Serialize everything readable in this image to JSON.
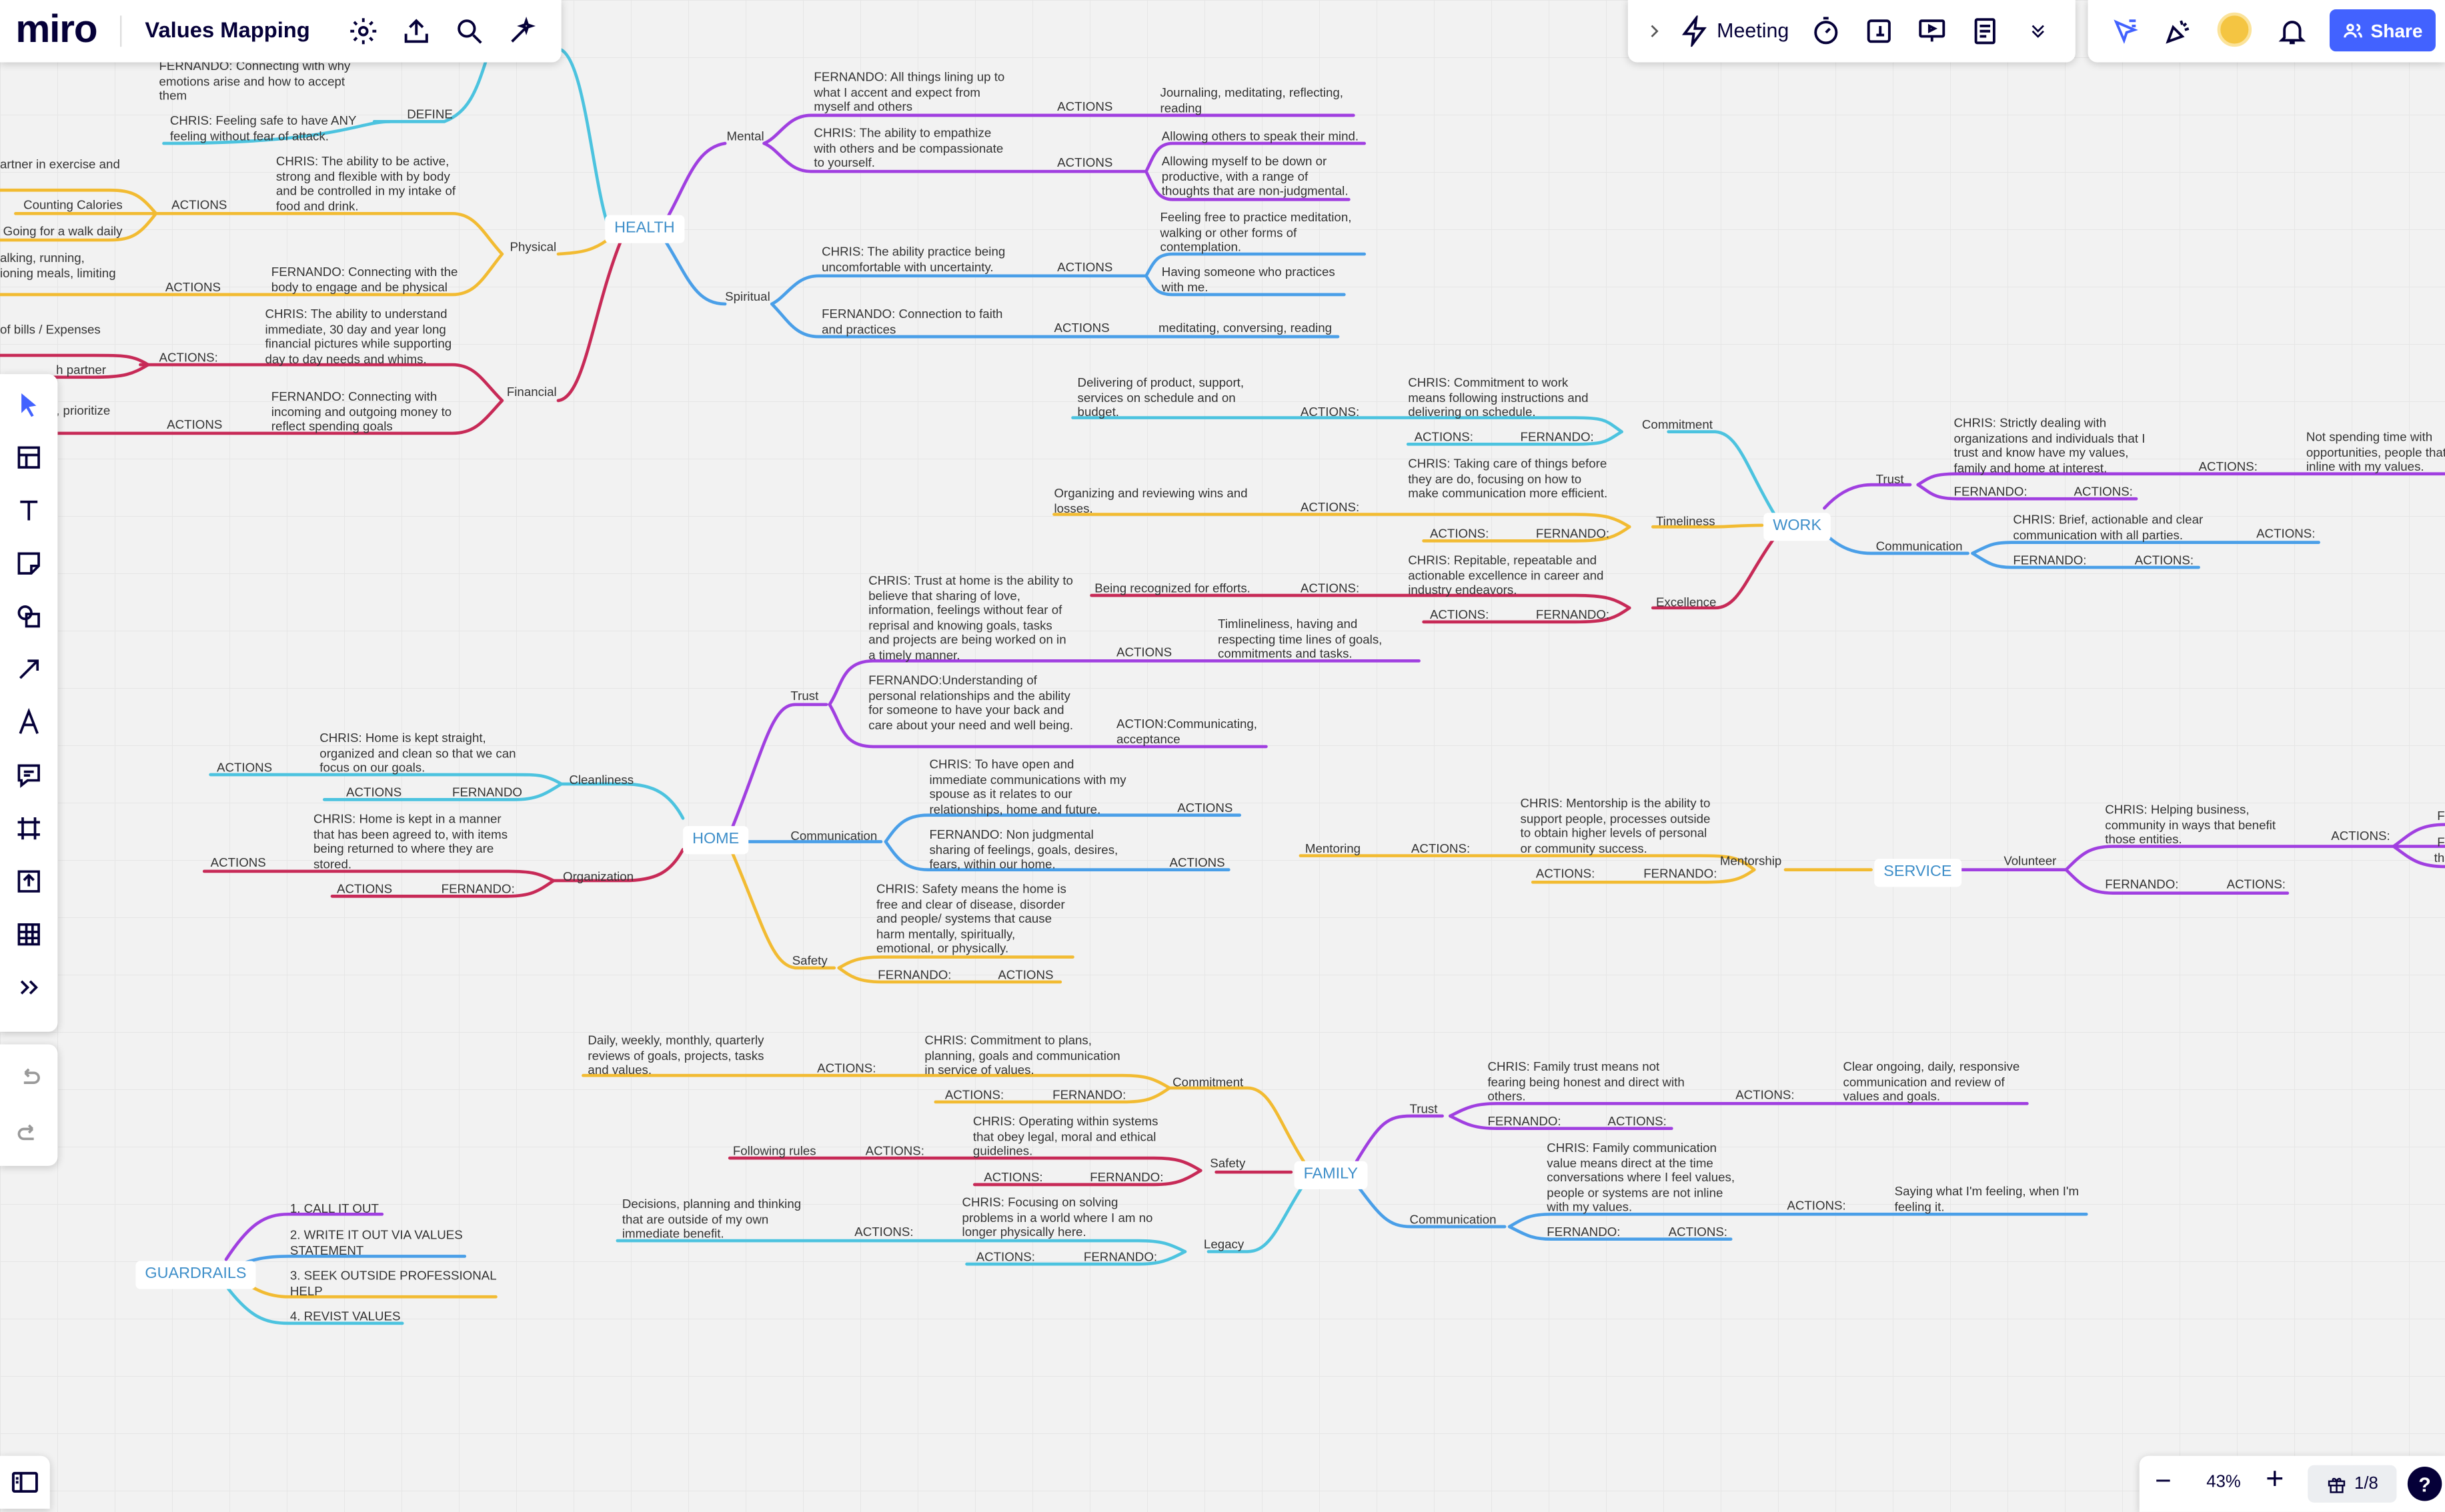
{
  "app": {
    "logo": "miro",
    "board_title": "Values Mapping"
  },
  "toolbar": {
    "meeting_label": "Meeting",
    "share_label": "Share"
  },
  "zoom": {
    "level": "43%",
    "minus": "−",
    "plus": "+",
    "pages": "1/8",
    "help": "?"
  },
  "colors": {
    "purple": "#a03fe0",
    "cyan": "#4cc3df",
    "blue": "#4a9fe8",
    "yellow": "#f2bb32",
    "crimson": "#c72a57",
    "accent": "#4262ff"
  },
  "hubs": {
    "health": "HEALTH",
    "work": "WORK",
    "home": "HOME",
    "service": "SERVICE",
    "family": "FAMILY",
    "guardrails": "GUARDRAILS"
  },
  "texts": {
    "h_define_f": "FERNANDO: Connecting with why emotions arise and how to accept them",
    "h_define": "DEFINE",
    "h_define_c": "CHRIS: Feeling safe to have ANY feeling without fear of attack.",
    "h_ex": "artner in exercise and",
    "h_cc": "Counting Calories",
    "h_walk": "Going for a walk daily",
    "h_phys_act1": "ACTIONS",
    "h_phys_c": "CHRIS: The ability to be active, strong and flexible with by body and be controlled in my intake of food and drink.",
    "h_phys": "Physical",
    "h_running": "alking, running, ioning meals, limiting",
    "h_phys_act2": "ACTIONS",
    "h_phys_f": "FERNANDO: Connecting with the body to engage and be physical",
    "h_bills": "of bills / Expenses",
    "h_partner": "h partner",
    "h_fin_act1": "ACTIONS:",
    "h_fin_c": "CHRIS: The ability to understand immediate, 30 day and year long financial pictures while supporting day to day needs and whims.",
    "h_fin": "Financial",
    "h_prior": ", prioritize",
    "h_fin_act2": "ACTIONS",
    "h_fin_f": "FERNANDO: Connecting with incoming and outgoing money to reflect spending goals",
    "h_mental": "Mental",
    "h_m_f": "FERNANDO: All things lining up to what I accent and expect from myself and others",
    "h_m_act1": "ACTIONS",
    "h_m_journal": "Journaling, meditating, reflecting, reading",
    "h_m_c": "CHRIS: The ability to empathize with others and be compassionate to yourself.",
    "h_m_act2": "ACTIONS",
    "h_m_allow1": "Allowing others to speak their mind.",
    "h_m_allow2": "Allowing myself to be down or productive, with a range of thoughts that are non-judgmental.",
    "h_spiritual": "Spiritual",
    "h_s_c": "CHRIS: The ability practice being uncomfortable with uncertainty.",
    "h_s_act1": "ACTIONS",
    "h_s_free": "Feeling free to practice meditation, walking or other forms of contemplation.",
    "h_s_someone": "Having someone who practices with me.",
    "h_s_f": "FERNANDO: Connection to faith and practices",
    "h_s_act2": "ACTIONS",
    "h_s_med": "meditating, conversing, reading",
    "w_deliver": "Delivering of product, support, services on schedule and on budget.",
    "w_c_act": "ACTIONS:",
    "w_commit_c": "CHRIS: Commitment to work means following instructions and delivering on schedule.",
    "w_c_act2": "ACTIONS:",
    "w_c_fern": "FERNANDO:",
    "w_commitment": "Commitment",
    "w_org": "Organizing and reviewing wins and losses.",
    "w_t_act": "ACTIONS:",
    "w_time_c": "CHRIS: Taking care of things before they are do, focusing on how to make communication more efficient.",
    "w_t_act2": "ACTIONS:",
    "w_t_fern": "FERNANDO:",
    "w_timeliness": "Timeliness",
    "w_recog": "Being recognized for efforts.",
    "w_e_act": "ACTIONS:",
    "w_exc_c": "CHRIS: Repitable, repeatable and actionable excellence in career and industry endeavors.",
    "w_e_act2": "ACTIONS:",
    "w_e_fern": "FERNANDO:",
    "w_excellence": "Excellence",
    "w_trust": "Trust",
    "w_trust_c": "CHRIS: Strictly dealing with organizations and individuals that I trust and know have my values, family and home at interest.",
    "w_tr_act": "ACTIONS:",
    "w_notspend": "Not spending time with opportunities, people that inline with my values.",
    "w_tr_fern": "FERNANDO:",
    "w_tr_act2": "ACTIONS:",
    "w_communication": "Communication",
    "w_com_c": "CHRIS: Brief, actionable and clear communication with all parties.",
    "w_com_act": "ACTIONS:",
    "w_com_fern": "FERNANDO:",
    "w_com_act2": "ACTIONS:",
    "ho_trust_c": "CHRIS: Trust at home is the ability to believe that sharing of love, information, feelings without fear of reprisal and knowing goals, tasks and projects are being worked on in a timely manner.",
    "ho_timeline": "Timlineliness, having and respecting time lines of goals, commitments and tasks.",
    "ho_tr_act": "ACTIONS",
    "ho_trust": "Trust",
    "ho_trust_f": "FERNANDO:Understanding of personal relationships and the ability for someone to have your back and care about your need and well being.",
    "ho_tr_act2": "ACTION:Communicating, acceptance",
    "ho_clean_c": "CHRIS: Home is kept straight, organized and clean so that we can focus on our goals.",
    "ho_cl_act": "ACTIONS",
    "ho_cleanliness": "Cleanliness",
    "ho_cl_act2": "ACTIONS",
    "ho_cl_fern": "FERNANDO",
    "ho_org_c": "CHRIS: Home is kept in a manner that has been agreed to, with items being returned to where they are stored.",
    "ho_or_act": "ACTIONS",
    "ho_organization": "Organization",
    "ho_or_act2": "ACTIONS",
    "ho_or_fern": "FERNANDO:",
    "ho_com_c": "CHRIS: To have open and immediate communications with my spouse as it relates to our relationships, home and future.",
    "ho_com_act": "ACTIONS",
    "ho_communication": "Communication",
    "ho_com_f": "FERNANDO: Non judgmental sharing of feelings, goals, desires, fears, within our home.",
    "ho_com_act2": "ACTIONS",
    "ho_safe_c": "CHRIS: Safety means the home is free and clear of disease, disorder and people/ systems that cause harm mentally, spiritually, emotional, or physically.",
    "ho_safety": "Safety",
    "ho_sa_fern": "FERNANDO:",
    "ho_sa_act": "ACTIONS",
    "s_mentoring": "Mentoring",
    "s_me_act": "ACTIONS:",
    "s_ment_c": "CHRIS: Mentorship is the ability to support people, processes outside to obtain higher levels of personal or community success.",
    "s_mentorship": "Mentorship",
    "s_me_act2": "ACTIONS:",
    "s_me_fern": "FERNANDO:",
    "s_volunteer": "Volunteer",
    "s_vol_c": "CHRIS: Helping business, community in ways that benefit those entities.",
    "s_vo_act": "ACTIONS:",
    "s_vo_f1": "F",
    "s_vo_f2": "F",
    "s_vo_f3": "th",
    "s_vo_fern": "FERNANDO:",
    "s_vo_act2": "ACTIONS:",
    "f_daily": "Daily, weekly, monthly, quarterly reviews of goals, projects, tasks and values.",
    "f_co_act": "ACTIONS:",
    "f_commit_c": "CHRIS: Commitment to plans, planning, goals and communication in service of values.",
    "f_commitment": "Commitment",
    "f_co_act2": "ACTIONS:",
    "f_co_fern": "FERNANDO:",
    "f_rules": "Following rules",
    "f_sa_act": "ACTIONS:",
    "f_safe_c": "CHRIS: Operating within systems that obey legal, moral and ethical guidelines.",
    "f_safety": "Safety",
    "f_sa_act2": "ACTIONS:",
    "f_sa_fern": "FERNANDO:",
    "f_decisions": "Decisions, planning and thinking that are outside of my own immediate benefit.",
    "f_le_act": "ACTIONS:",
    "f_leg_c": "CHRIS: Focusing on solving problems in a world where I am no longer physically here.",
    "f_legacy": "Legacy",
    "f_le_act2": "ACTIONS:",
    "f_le_fern": "FERNANDO:",
    "f_trust": "Trust",
    "f_trust_c": "CHRIS: Family trust means not fearing being honest and direct with others.",
    "f_tr_act": "ACTIONS:",
    "f_clear": "Clear ongoing, daily, responsive communication and review of values and goals.",
    "f_tr_fern": "FERNANDO:",
    "f_tr_act2": "ACTIONS:",
    "f_communication": "Communication",
    "f_com_c": "CHRIS: Family communication value means direct at the time conversations where I feel values, people or systems are not inline with my values.",
    "f_com_act": "ACTIONS:",
    "f_saying": "Saying what I'm feeling, when I'm feeling it.",
    "f_com_fern": "FERNANDO:",
    "f_com_act2": "ACTIONS:",
    "g1": "1. CALL IT OUT",
    "g2": "2. WRITE IT OUT VIA VALUES STATEMENT",
    "g3": "3. SEEK OUTSIDE PROFESSIONAL HELP",
    "g4": "4. REVIST VALUES"
  }
}
